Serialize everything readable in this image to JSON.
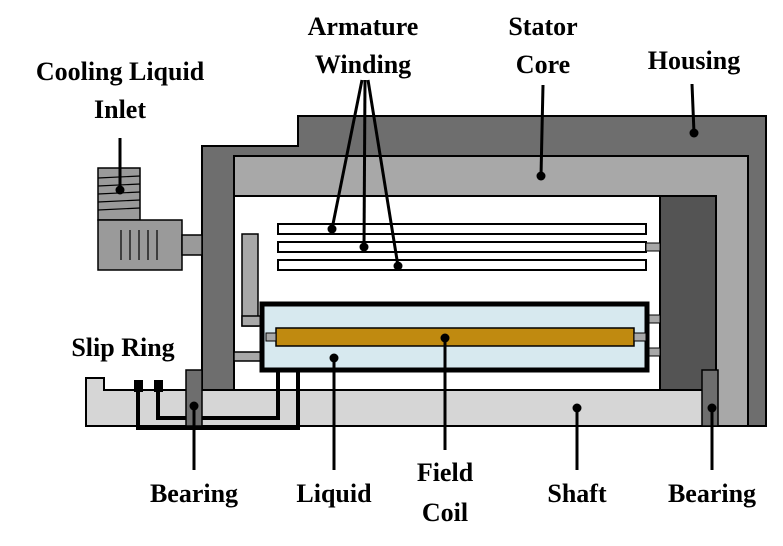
{
  "labels": {
    "cooling_inlet_1": "Cooling Liquid",
    "cooling_inlet_2": "Inlet",
    "armature_1": "Armature",
    "armature_2": "Winding",
    "stator_1": "Stator",
    "stator_2": "Core",
    "housing": "Housing",
    "slip_ring": "Slip Ring",
    "bearing_left": "Bearing",
    "liquid": "Liquid",
    "field_coil_1": "Field",
    "field_coil_2": "Coil",
    "shaft": "Shaft",
    "bearing_right": "Bearing"
  },
  "colors": {
    "housing": "#6e6e6e",
    "stator_core": "#a8a8a8",
    "shaft": "#d6d6d6",
    "end_block": "#545454",
    "inlet": "#9a9a9a",
    "liquid_fill": "#d7e9ef",
    "field_coil": "#c08a10",
    "winding": "#ffffff",
    "outline": "#000000"
  }
}
